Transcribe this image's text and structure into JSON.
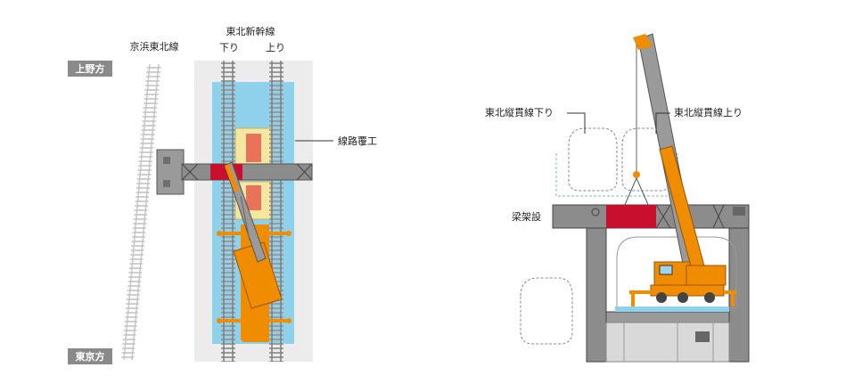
{
  "plan": {
    "keihin_tohoku_label": "京浜東北線",
    "tohoku_shinkansen_label": "東北新幹線",
    "down_track_label": "下り",
    "up_track_label": "上り",
    "uenogata_tag": "上野方",
    "tokyogata_tag": "東京方",
    "track_cover_label": "線路覆工"
  },
  "section": {
    "down_line_label": "東北縦貫線下り",
    "up_line_label": "東北縦貫線上り",
    "girder_label": "梁架設"
  },
  "colors": {
    "crane_orange": "#f08c00",
    "girder_red": "#c8102e",
    "steel_gray": "#8c8c8c",
    "dark_gray": "#555555",
    "cover_blue": "#8fd0ea",
    "pale_yellow": "#f5e6a0",
    "salmon": "#e8735a",
    "tag_gray": "#8a8a8a"
  }
}
